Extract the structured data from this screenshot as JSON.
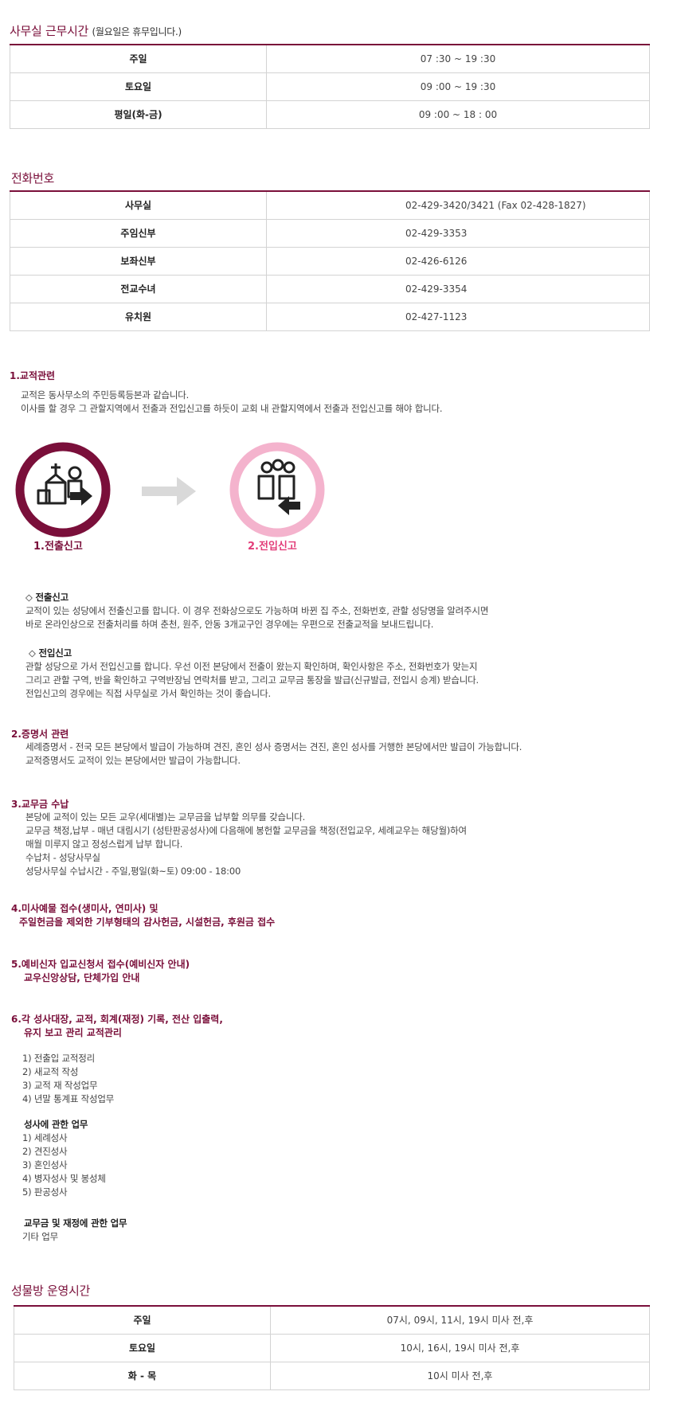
{
  "office_hours": {
    "title": "사무실 근무시간",
    "note": "(월요일은 휴무입니다.)",
    "rows": [
      {
        "label": "주일",
        "value": "07 :30 ~ 19 :30"
      },
      {
        "label": "토요일",
        "value": "09 :00 ~ 19 :30"
      },
      {
        "label": "평일(화-금)",
        "value": "09 :00 ~ 18 : 00"
      }
    ]
  },
  "phone": {
    "title": "전화번호",
    "rows": [
      {
        "label": "사무실",
        "value": "02-429-3420/3421     (Fax  02-428-1827)"
      },
      {
        "label": "주임신부",
        "value": "02-429-3353"
      },
      {
        "label": "보좌신부",
        "value": "02-426-6126"
      },
      {
        "label": "전교수녀",
        "value": "02-429-3354"
      },
      {
        "label": "유치원",
        "value": "02-427-1123"
      }
    ]
  },
  "s1": {
    "heading": "1.교적관련",
    "line1": "교적은 동사무소의 주민등록등본과 같습니다.",
    "line2": "이사를 할 경우 그 관할지역에서 전출과 전입신고를 하듯이 교회 내 관할지역에서 전출과 전입신고를 해야  합니다.",
    "icon1_label": "1.전출신고",
    "icon2_label": "2.전입신고",
    "out_title": "◇ 전출신고",
    "out_l1": "교적이 있는 성당에서 전출신고를 합니다. 이 경우 전화상으로도 가능하며 바뀐 집 주소, 전화번호, 관할 성당명을 알려주시면",
    "out_l2": "바로 온라인상으로 전출처리를 하며 춘천, 원주, 안동 3개교구인 경우에는 우편으로 전출교적을 보내드립니다.",
    "in_title": "◇ 전입신고",
    "in_l1": "관할 성당으로 가서 전입신고를 합니다. 우선 이전 본당에서 전출이 왔는지 확인하며, 확인사항은 주소, 전화번호가 맞는지",
    "in_l2": "그리고 관할 구역, 반을 확인하고 구역반장님 연락처를 받고, 그리고 교무금 통장을 발급(신규발급, 전입시 승계) 받습니다.",
    "in_l3": "전입신고의 경우에는 직접 사무실로 가서 확인하는 것이 좋습니다."
  },
  "s2": {
    "heading": "2.증명서 관련",
    "l1": "세례증명서 - 전국 모든 본당에서 발급이 가능하며 견진, 혼인 성사 증명서는 견진, 혼인 성사를 거행한 본당에서만 발급이 가능합니다.",
    "l2": "교적증명서도 교적이 있는 본당에서만 발급이 가능합니다."
  },
  "s3": {
    "heading": "3.교무금 수납",
    "l1": "본당에 교적이 있는 모든 교우(세대별)는 교무금을 납부할 의무를 갖습니다.",
    "l2": "교무금 책정,납부 - 매년 대림시기 (성탄판공성사)에 다음해에 봉헌할 교무금을 책정(전입교우, 세례교우는 해당월)하여",
    "l3": "매월 미루지 않고 정성스럽게 납부 합니다.",
    "l4": "수납처 - 성당사무실",
    "l5": "성당사무실 수납시간 - 주일,평일(화~토) 09:00 - 18:00"
  },
  "s4": {
    "l1": "4.미사예물 접수(생미사, 연미사) 및",
    "l2": "주일헌금을 제외한 기부형태의 감사헌금, 시설헌금, 후원금 접수"
  },
  "s5": {
    "l1": "5.예비신자 입교신청서 접수(예비신자 안내)",
    "l2": "교우신앙상담, 단체가입 안내"
  },
  "s6": {
    "l1": "6.각 성사대장, 교적, 회계(재정) 기록, 전산 입출력,",
    "l2": "유지 보고 관리 교적관리",
    "list1": [
      "1) 전출입 교적정리",
      "2) 새교적 작성",
      "3) 교적 재 작성업무",
      "4) 년말 통계표 작성업무"
    ],
    "sac_title": "성사에 관한 업무",
    "list2": [
      "1) 세례성사",
      "2) 견진성사",
      "3) 혼인성사",
      "4) 병자성사 및 봉성체",
      "5) 판공성사"
    ],
    "fin_title": "교무금 및 재정에 관한 업무",
    "etc": "기타 업무"
  },
  "shop": {
    "title": "성물방 운영시간",
    "rows": [
      {
        "label": "주일",
        "value": "07시, 09시, 11시, 19시 미사 전,후"
      },
      {
        "label": "토요일",
        "value": "10시, 16시, 19시 미사 전,후"
      },
      {
        "label": "화 - 목",
        "value": "10시 미사 전,후"
      }
    ]
  },
  "colors": {
    "accent": "#7a0f3a",
    "pink": "#f4b3cd",
    "arrow": "#d9d9d9"
  },
  "icons": [
    "church-transfer-out-icon",
    "family-transfer-in-icon",
    "arrow-right-icon"
  ]
}
